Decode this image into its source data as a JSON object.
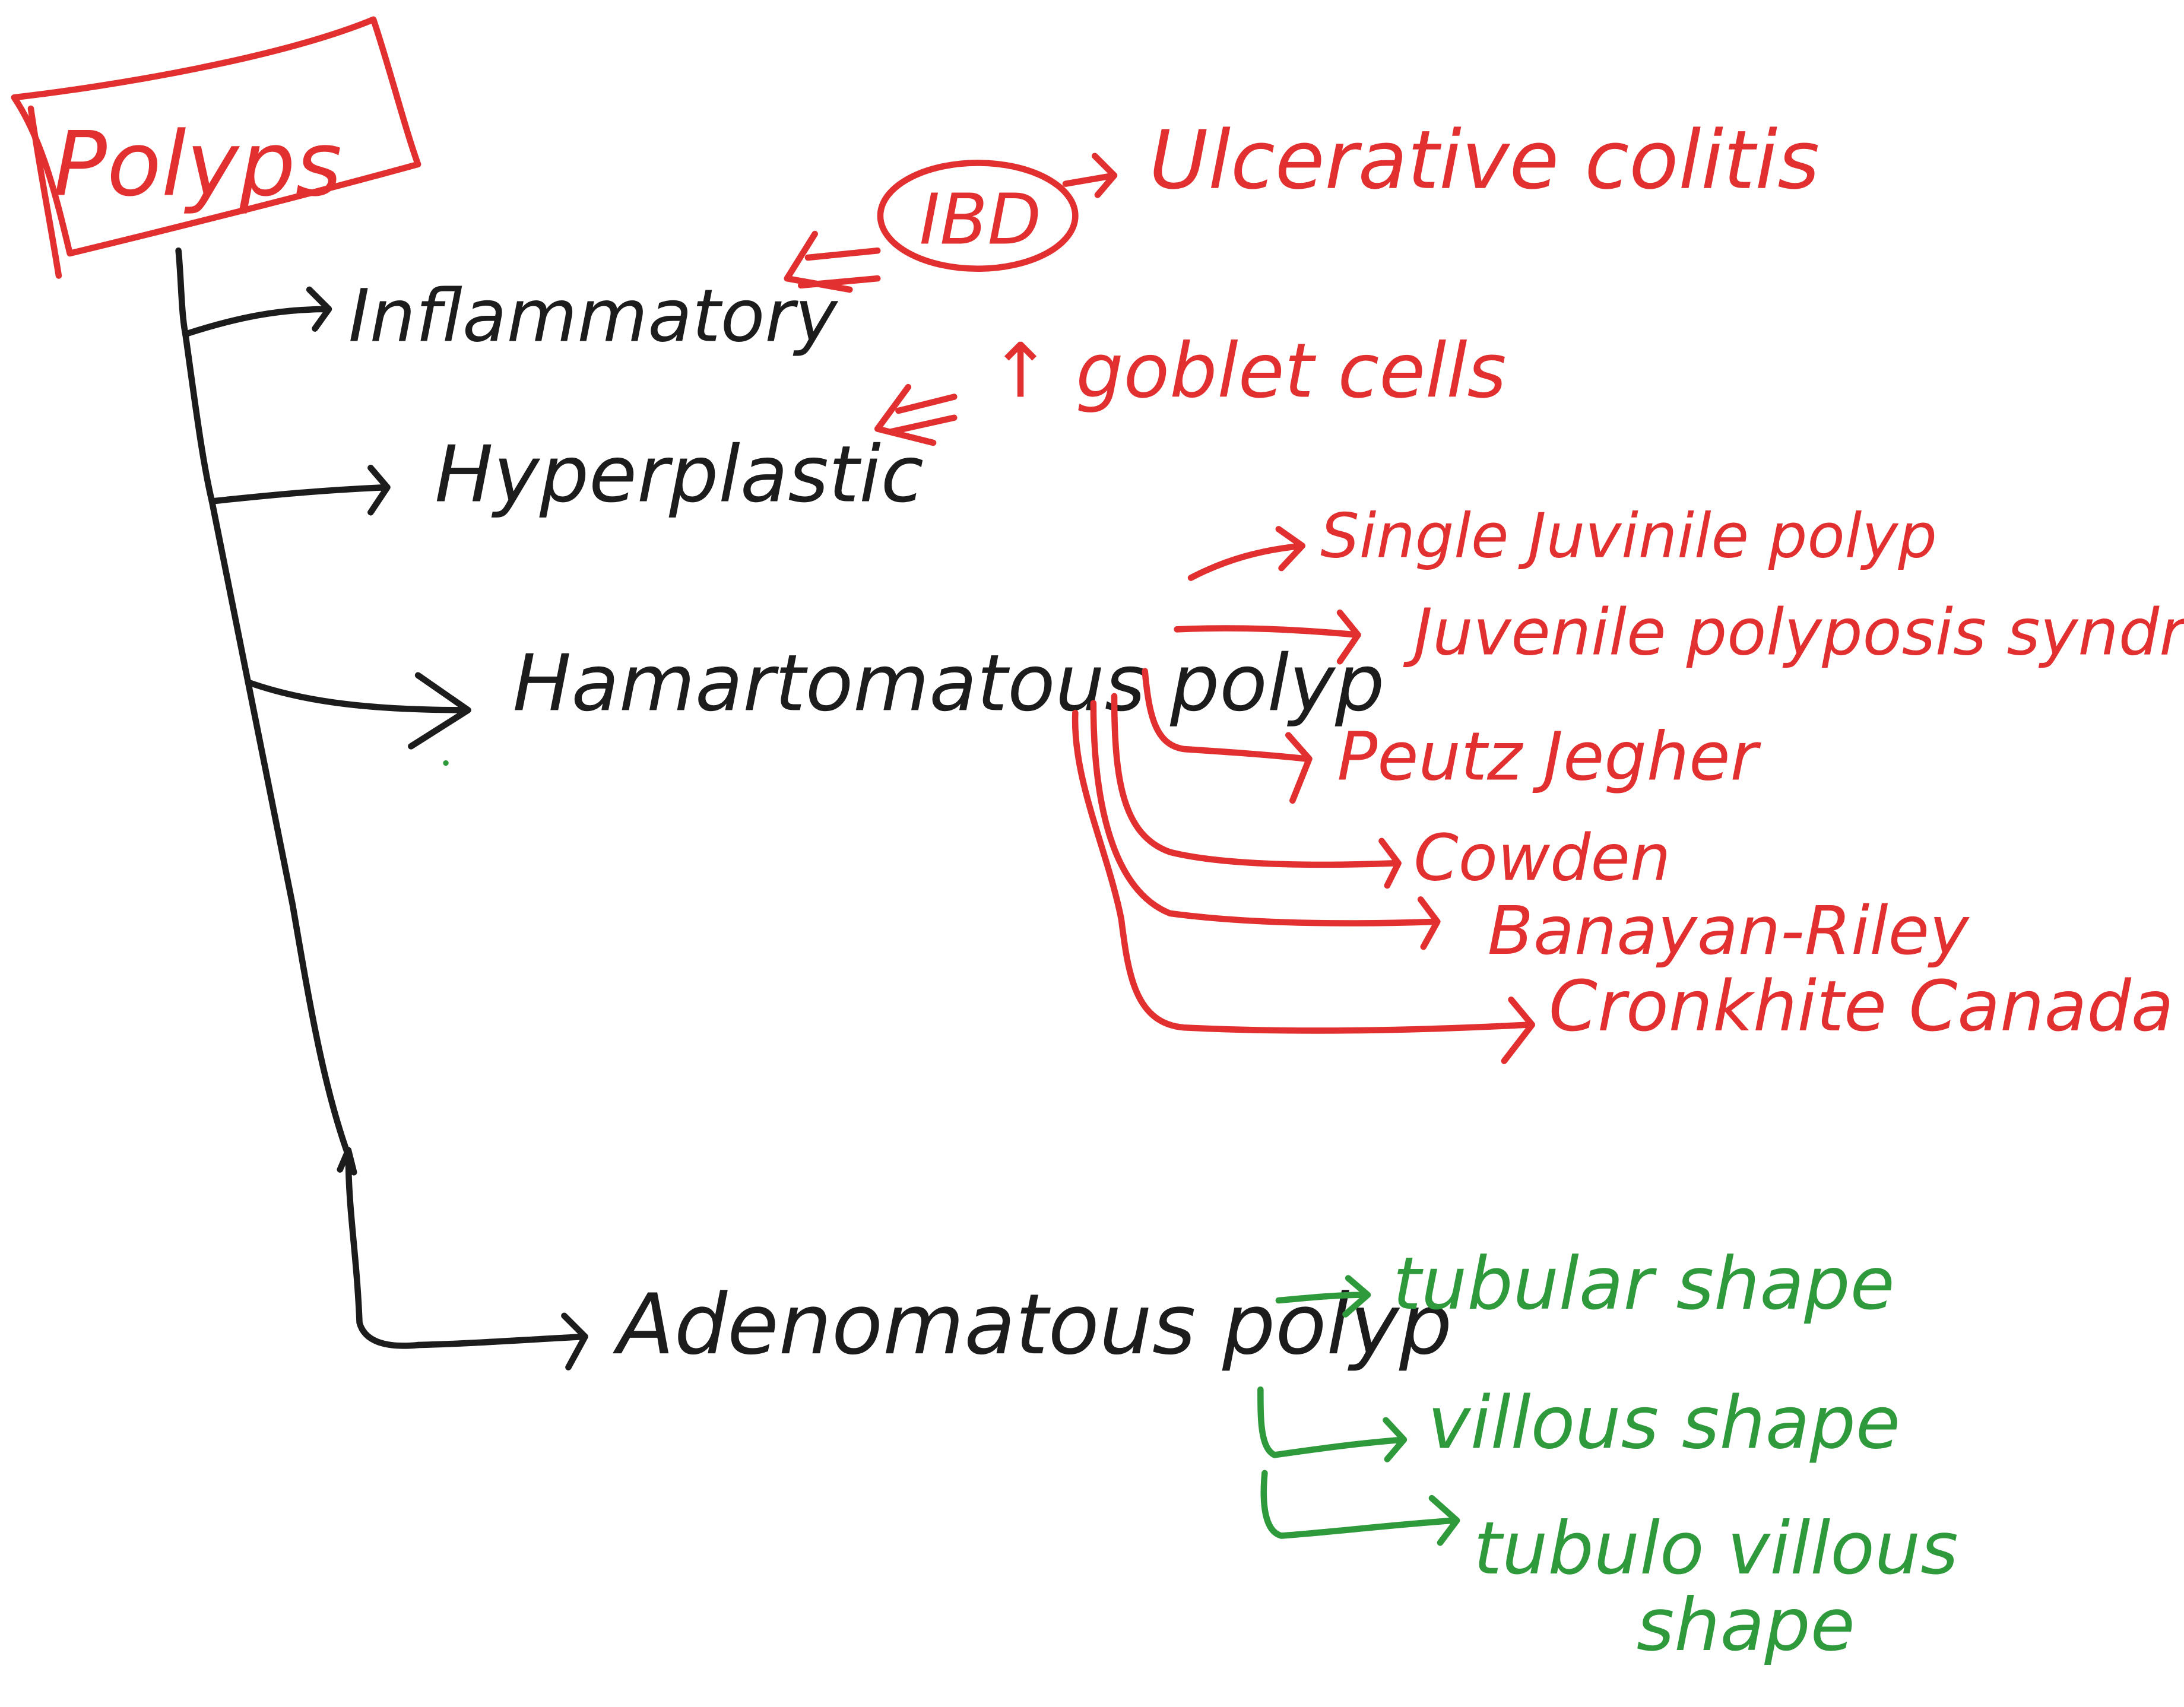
{
  "colors": {
    "ink": "#1c1c1c",
    "accent": "#e1302f",
    "secondary": "#2f9a3b",
    "background": "#ffffff"
  },
  "root": {
    "label": "Polyps"
  },
  "branches": {
    "inflammatory": {
      "label": "Inflammatory",
      "cause": "IBD",
      "cause_result": "Ulcerative colitis"
    },
    "hyperplastic": {
      "label": "Hyperplastic",
      "feature": "↑ goblet cells"
    },
    "hamartomatous": {
      "label": "Hamartomatous polyp",
      "types": [
        "Single Juvinile polyp",
        "Juvenile polyposis syndrome",
        "Peutz Jegher",
        "Cowden",
        "Banayan-Riley",
        "Cronkhite Canada"
      ]
    },
    "adenomatous": {
      "label": "Adenomatous polyp",
      "types": [
        "tubular shape",
        "villous shape",
        "tubulo villous",
        "shape"
      ]
    }
  }
}
